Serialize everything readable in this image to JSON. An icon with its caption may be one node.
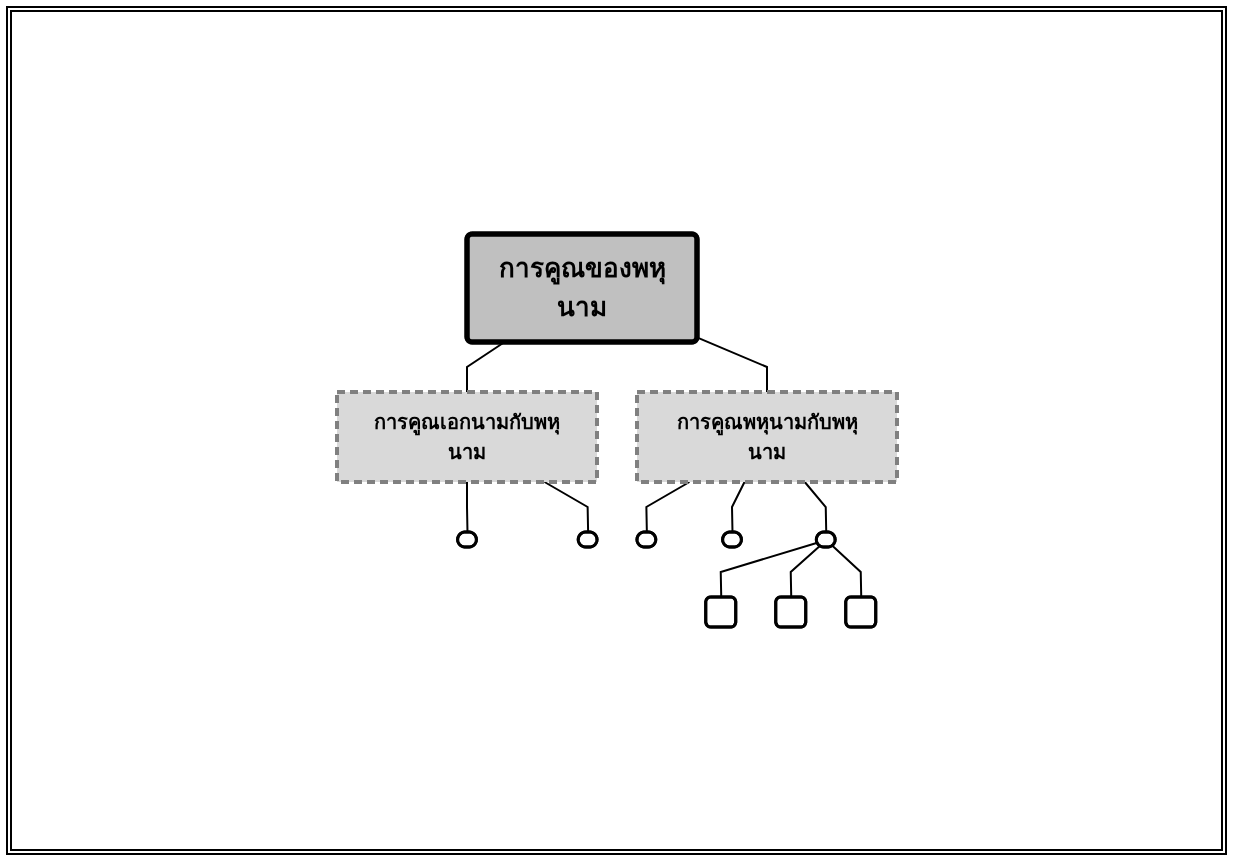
{
  "diagram": {
    "nodes": [
      {
        "text": [
          "การคูณของพหุนาม"
        ]
      },
      {
        "text": [
          "การคูณเอกนามกับพหุนาม"
        ]
      },
      {
        "text": [
          "การคูณพหุนามกับพหุนาม"
        ]
      },
      {
        "text": [],
        "shape": "ellipse"
      },
      {
        "text": [],
        "shape": "ellipse"
      },
      {
        "text": [],
        "shape": "ellipse"
      },
      {
        "text": [],
        "shape": "ellipse"
      },
      {
        "text": [],
        "shape": "ellipse"
      },
      {
        "text": [],
        "shape": "box"
      },
      {
        "text": [],
        "shape": "box"
      },
      {
        "text": [],
        "shape": "box"
      }
    ],
    "edges": [
      {
        "from": 0,
        "to": 1,
        "arrow": "none"
      },
      {
        "from": 0,
        "to": 2,
        "arrow": "none"
      },
      {
        "from": 1,
        "to": 3,
        "arrow": "none"
      },
      {
        "from": 1,
        "to": 4,
        "arrow": "none"
      },
      {
        "from": 2,
        "to": 5,
        "arrow": "none"
      },
      {
        "from": 2,
        "to": 6,
        "arrow": "none"
      },
      {
        "from": 2,
        "to": 7,
        "arrow": "none"
      },
      {
        "from": 7,
        "to": 8,
        "arrow": "none"
      },
      {
        "from": 7,
        "to": 9,
        "arrow": "none"
      },
      {
        "from": 7,
        "to": 10,
        "arrow": "none"
      }
    ]
  }
}
